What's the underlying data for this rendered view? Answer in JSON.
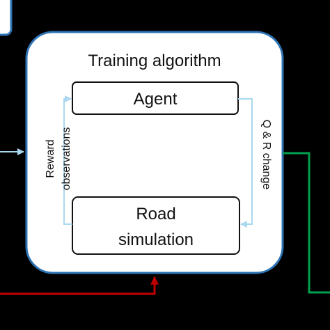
{
  "diagram": {
    "outer_title": "Training algorithm",
    "agent_label": "Agent",
    "road_label_line1": "Road",
    "road_label_line2": "simulation",
    "left_label_line1": "Reward",
    "left_label_line2": "observations",
    "right_label": "Q & R change"
  },
  "colors": {
    "background": "#000000",
    "panel_fill": "#ffffff",
    "panel_border": "#2e74b5",
    "inner_arrow": "#a9d8ef",
    "red_line": "#c00000",
    "green_line": "#00a050"
  }
}
